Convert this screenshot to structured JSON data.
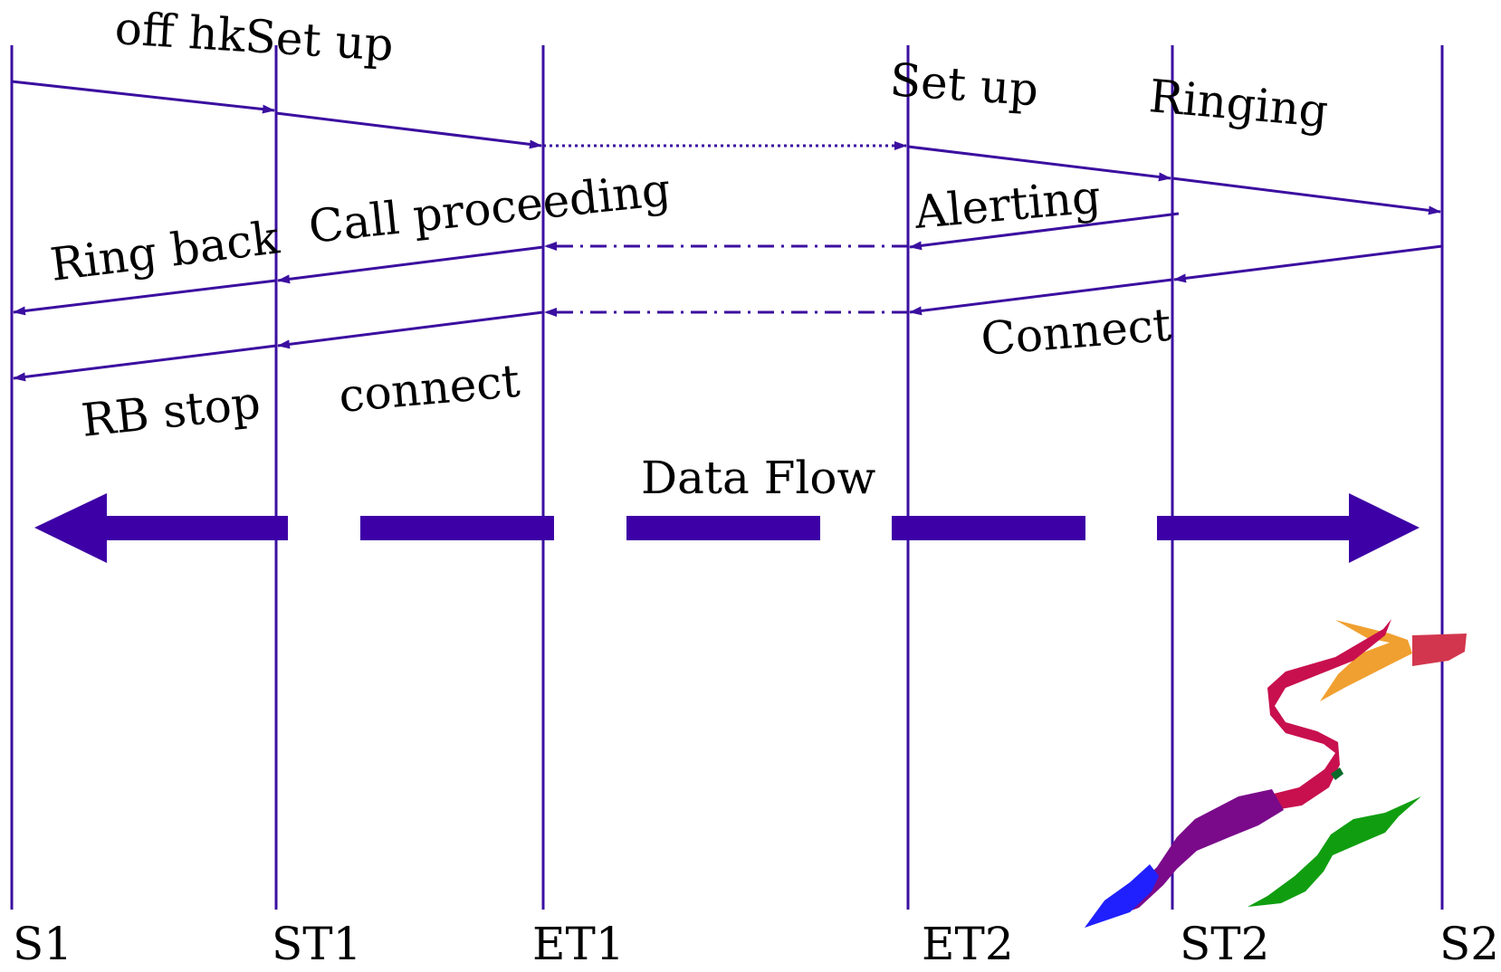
{
  "colors": {
    "line": "#3b0fa0",
    "bar": "#3d00a6",
    "text": "#000000",
    "logo_red": "#c8104e",
    "logo_orange": "#f0a030",
    "logo_purple": "#7a0a8a",
    "logo_blue": "#2020ff",
    "logo_green": "#109e10"
  },
  "nodes": [
    {
      "id": "s1",
      "label": "S1"
    },
    {
      "id": "st1",
      "label": "ST1"
    },
    {
      "id": "et1",
      "label": "ET1"
    },
    {
      "id": "et2",
      "label": "ET2"
    },
    {
      "id": "st2",
      "label": "ST2"
    },
    {
      "id": "s2",
      "label": "S2"
    }
  ],
  "messages": {
    "off_hook_setup": "off hkSet up",
    "setup": "Set up",
    "ringing": "Ringing",
    "call_proceeding": "Call proceeding",
    "alerting": "Alerting",
    "ring_back": "Ring back",
    "connect_upper": "Connect",
    "connect_lower": "connect",
    "rb_stop": "RB stop"
  },
  "data_flow": {
    "label": "Data Flow"
  },
  "logo": {
    "icon": "stylized-s-logo-icon"
  }
}
